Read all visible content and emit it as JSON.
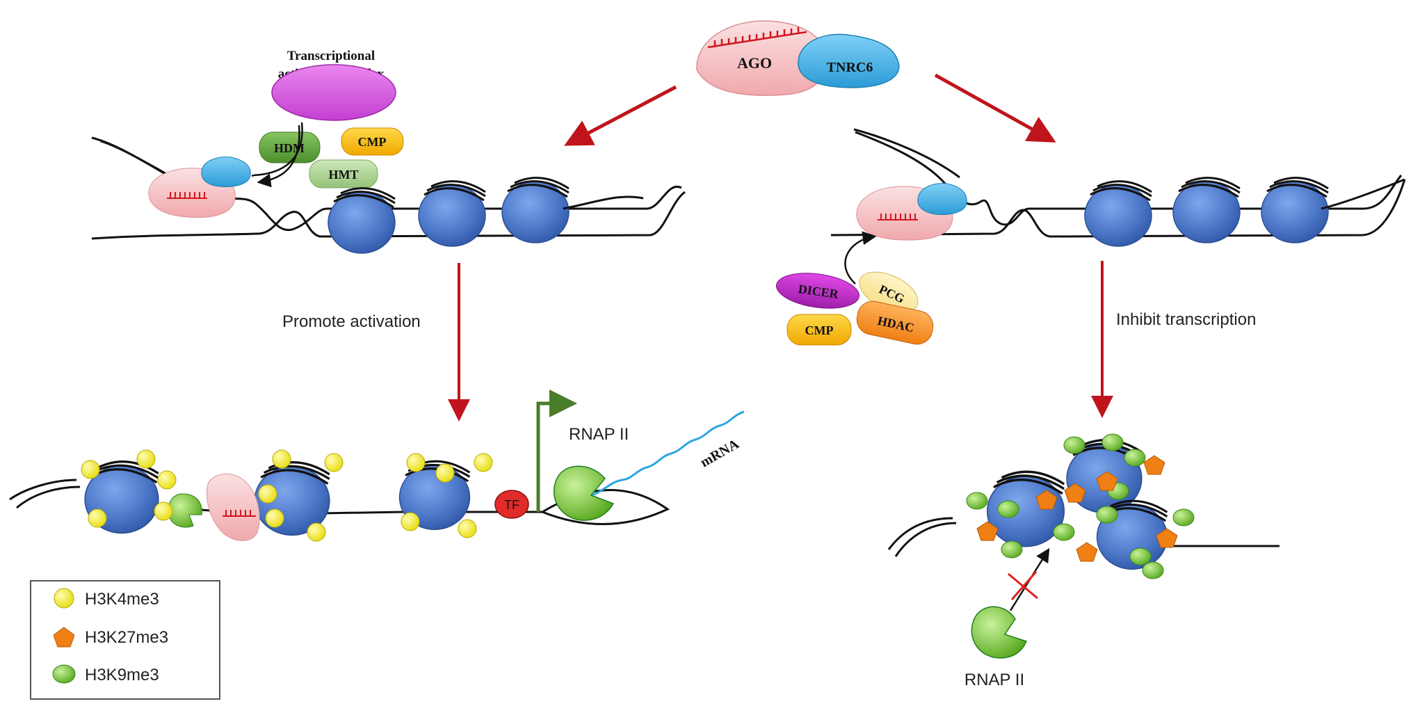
{
  "top_complex": {
    "ago": "AGO",
    "tnrc6": "TNRC6"
  },
  "left_panel": {
    "complex_title_line1": "Transcriptional",
    "complex_title_line2": "activation complex",
    "hdm": "HDM",
    "cmp": "CMP",
    "hmt": "HMT",
    "step_label": "Promote activation",
    "tf": "TF",
    "rnap": "RNAP II",
    "mrna": "mRNA"
  },
  "right_panel": {
    "dicer": "DICER",
    "pcg": "PCG",
    "cmp": "CMP",
    "hdac": "HDAC",
    "step_label": "Inhibit transcription",
    "rnap": "RNAP II"
  },
  "legend": {
    "items": [
      {
        "label": "H3K4me3",
        "marker": "yellow-circle",
        "color": "#f3ec1a"
      },
      {
        "label": "H3K27me3",
        "marker": "orange-pentagon",
        "color": "#f07f14"
      },
      {
        "label": "H3K9me3",
        "marker": "green-oval",
        "color": "#7cc63a"
      }
    ]
  },
  "colors": {
    "arrow_red": "#c0141c",
    "nucleosome_blue": "#4e79c9",
    "ago_pink": "#f6c3c6",
    "tnrc6_cyan": "#48b4e8",
    "rnap_green": "#22b528",
    "start_arrow_green": "#4a7d2a",
    "mrna_blue": "#2aa6e0",
    "complex_magenta": "#d84fe2"
  }
}
